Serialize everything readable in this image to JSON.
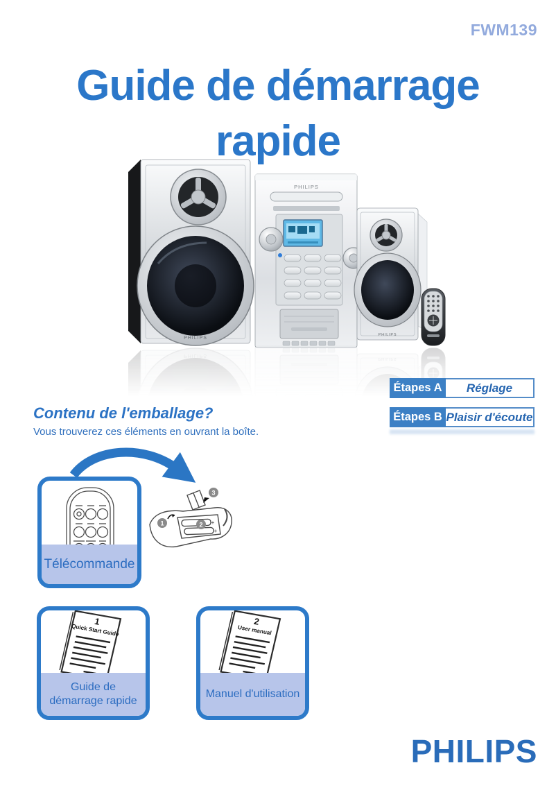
{
  "header": {
    "model": "FWM139"
  },
  "title": {
    "line1": "Guide de démarrage",
    "line2": "rapide"
  },
  "steps": [
    {
      "label": "Étapes A",
      "value": "Réglage"
    },
    {
      "label": "Étapes B",
      "value": "Plaisir d'écoute"
    }
  ],
  "contents": {
    "heading": "Contenu de l'emballage?",
    "subheading": "Vous trouverez ces éléments en ouvrant la boîte."
  },
  "package_items": {
    "remote": {
      "caption": "Télécommande"
    },
    "quick_start": {
      "caption": "Guide de démarrage rapide",
      "doc_number": "1",
      "doc_title": "Quick Start Guide"
    },
    "manual": {
      "caption": "Manuel d'utilisation",
      "doc_number": "2",
      "doc_title": "User manual"
    }
  },
  "battery_diagram": {
    "steps": [
      "1",
      "2",
      "3"
    ],
    "polarity": [
      "+",
      "+"
    ]
  },
  "product": {
    "brand_label": "PHILIPS"
  },
  "footer": {
    "brand": "PHILIPS"
  },
  "colors": {
    "title_blue": "#2b77c9",
    "model_blue": "#92aadd",
    "accent_blue": "#2d7ac9",
    "band_blue": "#b7c5ea",
    "badge_label_bg": "#3c80c5",
    "logo_blue": "#2a6cb9"
  }
}
